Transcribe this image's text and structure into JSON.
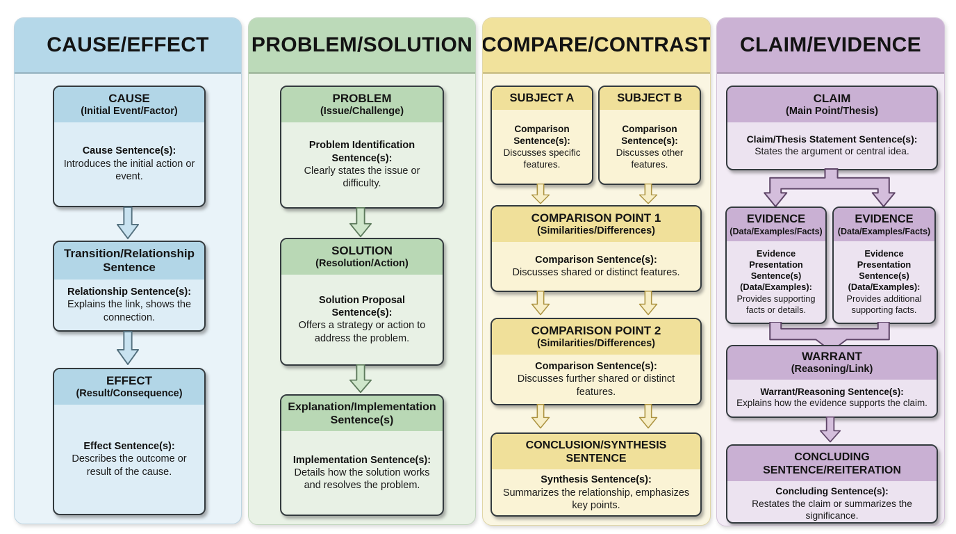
{
  "columns": [
    {
      "title": "CAUSE/EFFECT",
      "theme": {
        "header_bg": "#b5d8e9",
        "panel_bg": "#e9f3f9",
        "box_header_bg": "#b2d6e7",
        "box_body_bg": "#ddedf6",
        "arrow_fill": "#c8e2f0",
        "arrow_outline": "#54707e"
      },
      "boxes": [
        {
          "title": "CAUSE",
          "subtitle": "(Initial Event/Factor)",
          "label": "Cause Sentence(s):",
          "text": "Introduces the initial action or event."
        },
        {
          "title": "Transition/Relationship Sentence",
          "subtitle": "",
          "label": "Relationship Sentence(s):",
          "text": "Explains the link, shows the connection."
        },
        {
          "title": "EFFECT",
          "subtitle": "(Result/Consequence)",
          "label": "Effect Sentence(s):",
          "text": "Describes the outcome or result of the cause."
        }
      ]
    },
    {
      "title": "PROBLEM/SOLUTION",
      "theme": {
        "header_bg": "#bcdab9",
        "panel_bg": "#e9f2e6",
        "box_header_bg": "#b9d8b5",
        "box_body_bg": "#e8f1e5",
        "arrow_fill": "#cfe6cb",
        "arrow_outline": "#5d7a5c"
      },
      "boxes": [
        {
          "title": "PROBLEM",
          "subtitle": "(Issue/Challenge)",
          "label": "Problem Identification Sentence(s):",
          "text": "Clearly states the issue or difficulty."
        },
        {
          "title": "SOLUTION",
          "subtitle": "(Resolution/Action)",
          "label": "Solution Proposal Sentence(s):",
          "text": "Offers a strategy or action to address the problem."
        },
        {
          "title": "Explanation/Implementation Sentence(s)",
          "subtitle": "",
          "label": "Implementation Sentence(s):",
          "text": "Details how the solution works and resolves the problem."
        }
      ]
    },
    {
      "title": "COMPARE/CONTRAST",
      "theme": {
        "header_bg": "#f1e29c",
        "panel_bg": "#faf6e2",
        "box_header_bg": "#f0e09a",
        "box_body_bg": "#faf3d5",
        "arrow_fill": "#f7eec6",
        "arrow_outline": "#ac9340"
      },
      "boxes": [
        {
          "title": "SUBJECT A",
          "subtitle": "",
          "label": "Comparison Sentence(s):",
          "text": "Discusses specific features."
        },
        {
          "title": "SUBJECT B",
          "subtitle": "",
          "label": "Comparison Sentence(s):",
          "text": "Discusses other features."
        },
        {
          "title": "COMPARISON POINT 1",
          "subtitle": "(Similarities/Differences)",
          "label": "Comparison Sentence(s):",
          "text": "Discusses shared or distinct features."
        },
        {
          "title": "COMPARISON POINT 2",
          "subtitle": "(Similarities/Differences)",
          "label": "Comparison Sentence(s):",
          "text": "Discusses further shared or distinct features."
        },
        {
          "title": "CONCLUSION/SYNTHESIS SENTENCE",
          "subtitle": "",
          "label": "Synthesis Sentence(s):",
          "text": "Summarizes the relationship, emphasizes key points."
        }
      ]
    },
    {
      "title": "CLAIM/EVIDENCE",
      "theme": {
        "header_bg": "#cbb2d4",
        "panel_bg": "#f2ebf5",
        "box_header_bg": "#c9b0d3",
        "box_body_bg": "#ece3f0",
        "arrow_fill": "#d4bedc",
        "arrow_outline": "#5f4668"
      },
      "boxes": [
        {
          "title": "CLAIM",
          "subtitle": "(Main Point/Thesis)",
          "label": "Claim/Thesis Statement Sentence(s):",
          "text": "States the argument or central idea."
        },
        {
          "title": "EVIDENCE",
          "subtitle": "(Data/Examples/Facts)",
          "label": "Evidence Presentation Sentence(s) (Data/Examples):",
          "text": "Provides supporting facts or details."
        },
        {
          "title": "EVIDENCE",
          "subtitle": "(Data/Examples/Facts)",
          "label": "Evidence Presentation Sentence(s) (Data/Examples):",
          "text": "Provides additional supporting facts."
        },
        {
          "title": "WARRANT",
          "subtitle": "(Reasoning/Link)",
          "label": "Warrant/Reasoning Sentence(s):",
          "text": "Explains how the evidence supports the claim."
        },
        {
          "title": "CONCLUDING SENTENCE/REITERATION",
          "subtitle": "",
          "label": "Concluding Sentence(s):",
          "text": "Restates the claim or summarizes the significance."
        }
      ]
    }
  ]
}
